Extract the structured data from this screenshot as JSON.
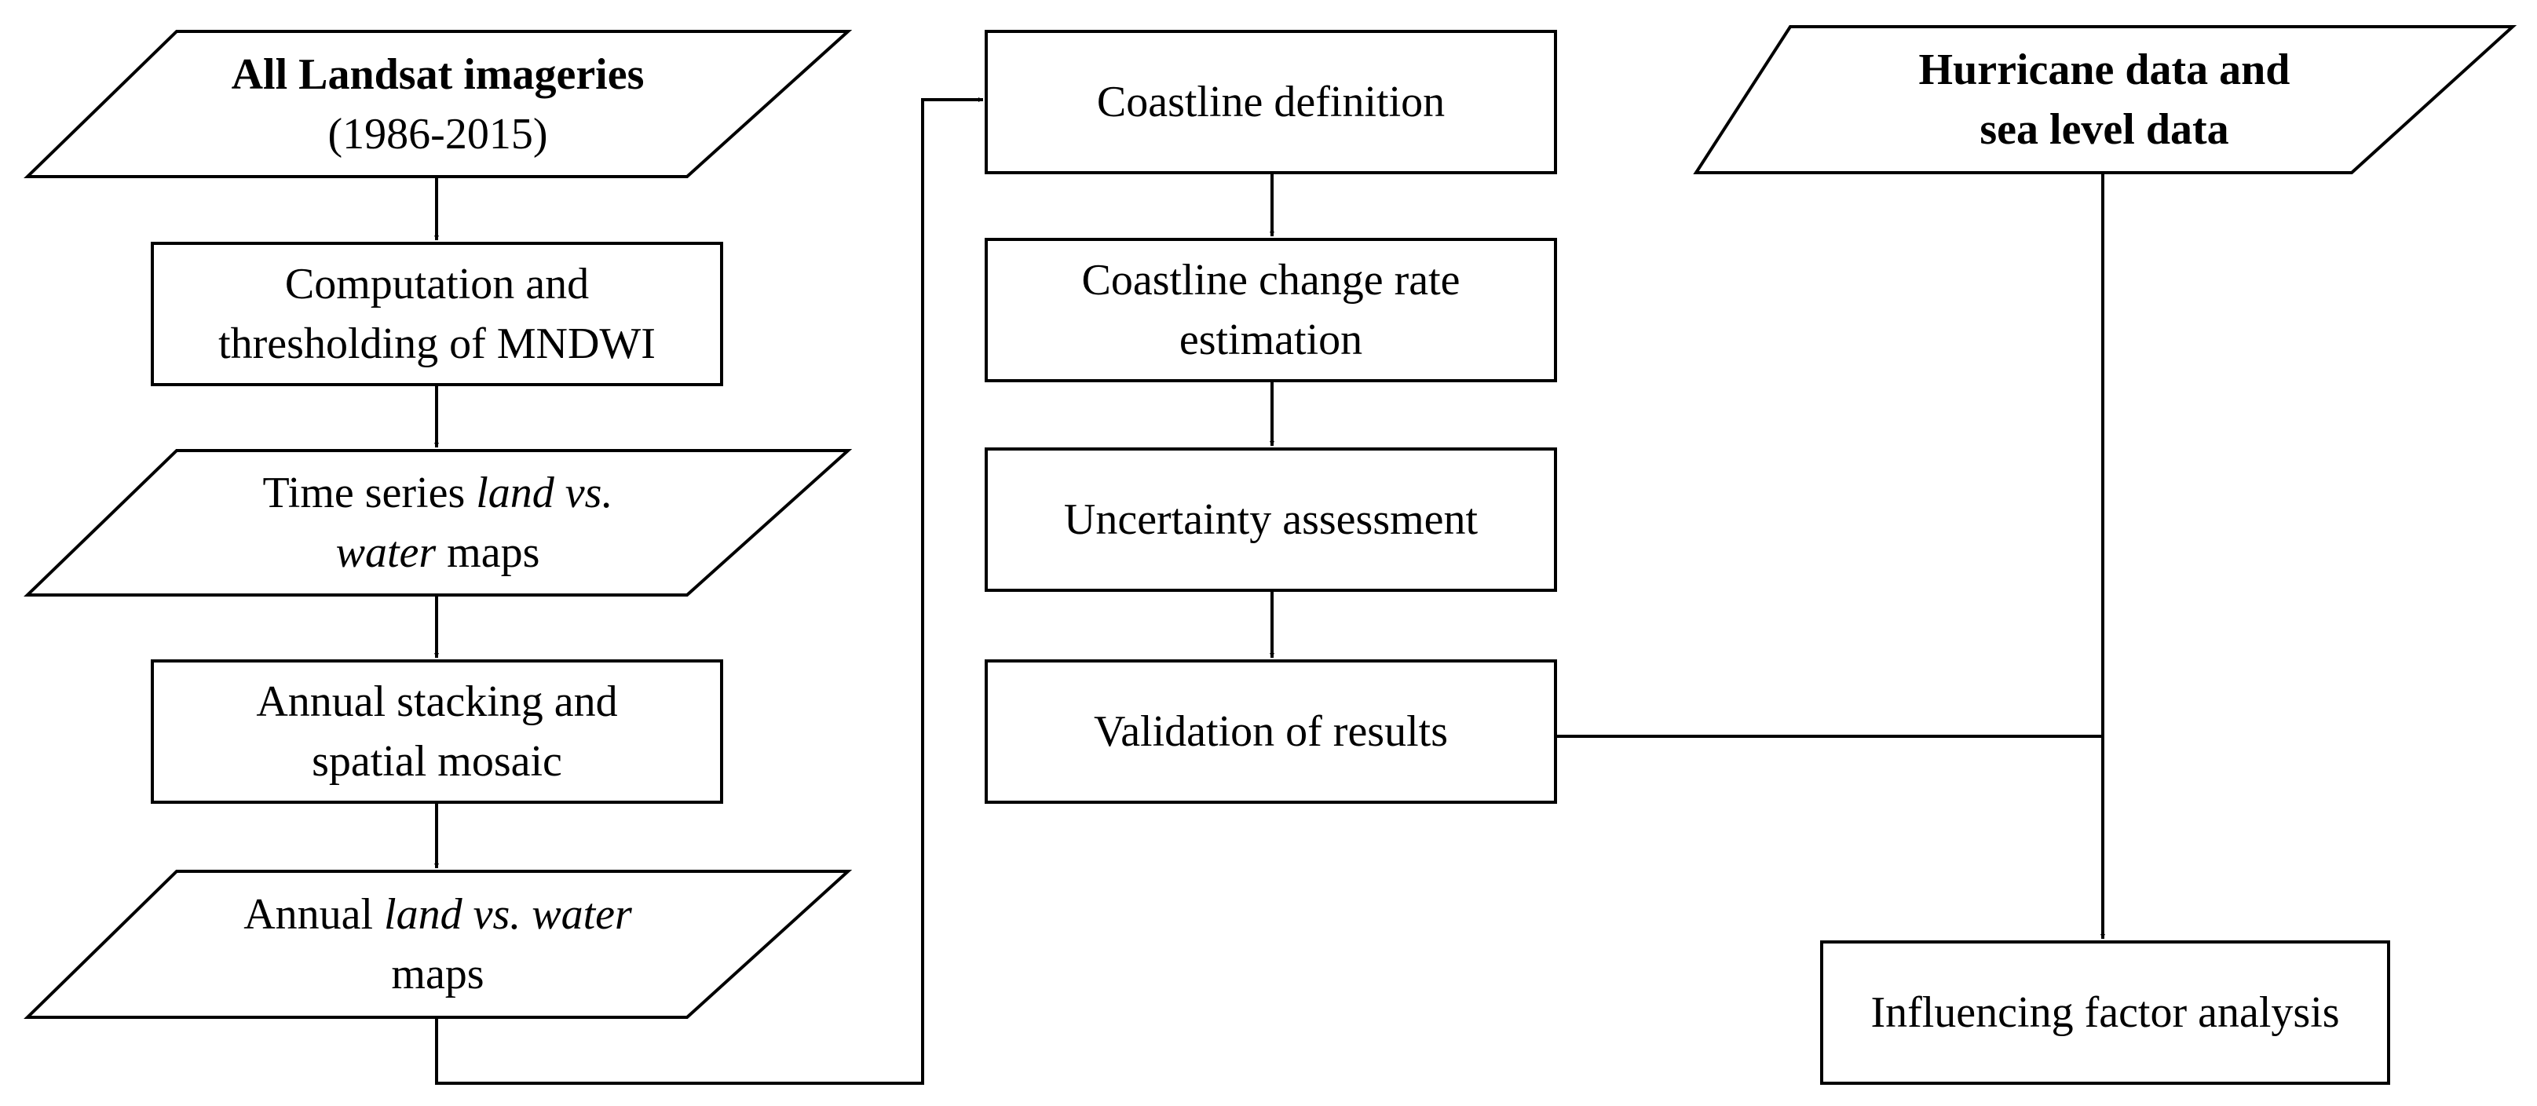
{
  "nodes": {
    "landsat": {
      "line1": "All Landsat imageries",
      "line2": "(1986-2015)"
    },
    "mndwi": {
      "line1": "Computation and",
      "line2": "thresholding of MNDWI"
    },
    "timeseries": {
      "l1a": "Time series ",
      "l1b": "land vs.",
      "l2a": "water",
      "l2b": " maps"
    },
    "stacking": {
      "line1": "Annual stacking and",
      "line2": "spatial mosaic"
    },
    "annual_maps": {
      "l1a": "Annual ",
      "l1b": "land vs. water",
      "line2": "maps"
    },
    "coast_def": {
      "line1": "Coastline definition"
    },
    "change_rate": {
      "line1": "Coastline change rate",
      "line2": "estimation"
    },
    "uncertainty": {
      "line1": "Uncertainty assessment"
    },
    "validation": {
      "line1": "Validation of results"
    },
    "hurricane": {
      "line1": "Hurricane data and",
      "line2": "sea level data"
    },
    "influencing": {
      "line1": "Influencing factor analysis"
    }
  },
  "colors": {
    "stroke": "#000000",
    "fill": "#ffffff",
    "text": "#000000"
  }
}
